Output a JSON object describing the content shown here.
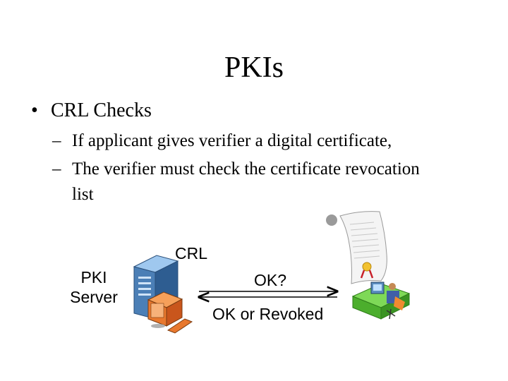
{
  "slide": {
    "title": "PKIs",
    "bullet": "CRL Checks",
    "sub_items": [
      {
        "line1": "If applicant gives verifier a digital certificate,"
      },
      {
        "line1": "The verifier must check the certificate revocation",
        "line2": "list"
      }
    ]
  },
  "diagram": {
    "server_label_line1": "PKI",
    "server_label_line2": "Server",
    "crl_label": "CRL",
    "query_label": "OK?",
    "response_label": "OK or Revoked",
    "server_icon": "server-computer-icon",
    "certificate_icon": "certificate-scroll-icon",
    "workstation_icon": "user-workstation-icon"
  }
}
